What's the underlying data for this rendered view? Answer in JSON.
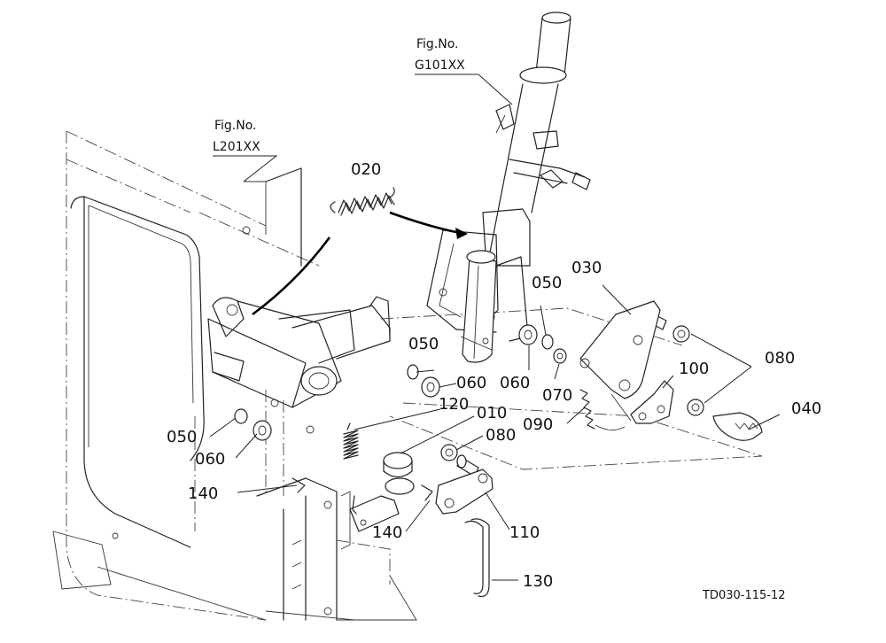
{
  "figure_refs": [
    {
      "line1": "Fig.No.",
      "line2": "G101XX"
    },
    {
      "line1": "Fig.No.",
      "line2": "L201XX"
    }
  ],
  "part_labels": {
    "p010": "010",
    "p020": "020",
    "p030": "030",
    "p040": "040",
    "p050a": "050",
    "p050b": "050",
    "p050c": "050",
    "p060a": "060",
    "p060b": "060",
    "p060c": "060",
    "p070": "070",
    "p080a": "080",
    "p080b": "080",
    "p090": "090",
    "p100": "100",
    "p110": "110",
    "p120": "120",
    "p130": "130",
    "p140a": "140",
    "p140b": "140"
  },
  "drawing_code": "TD030-115-12"
}
